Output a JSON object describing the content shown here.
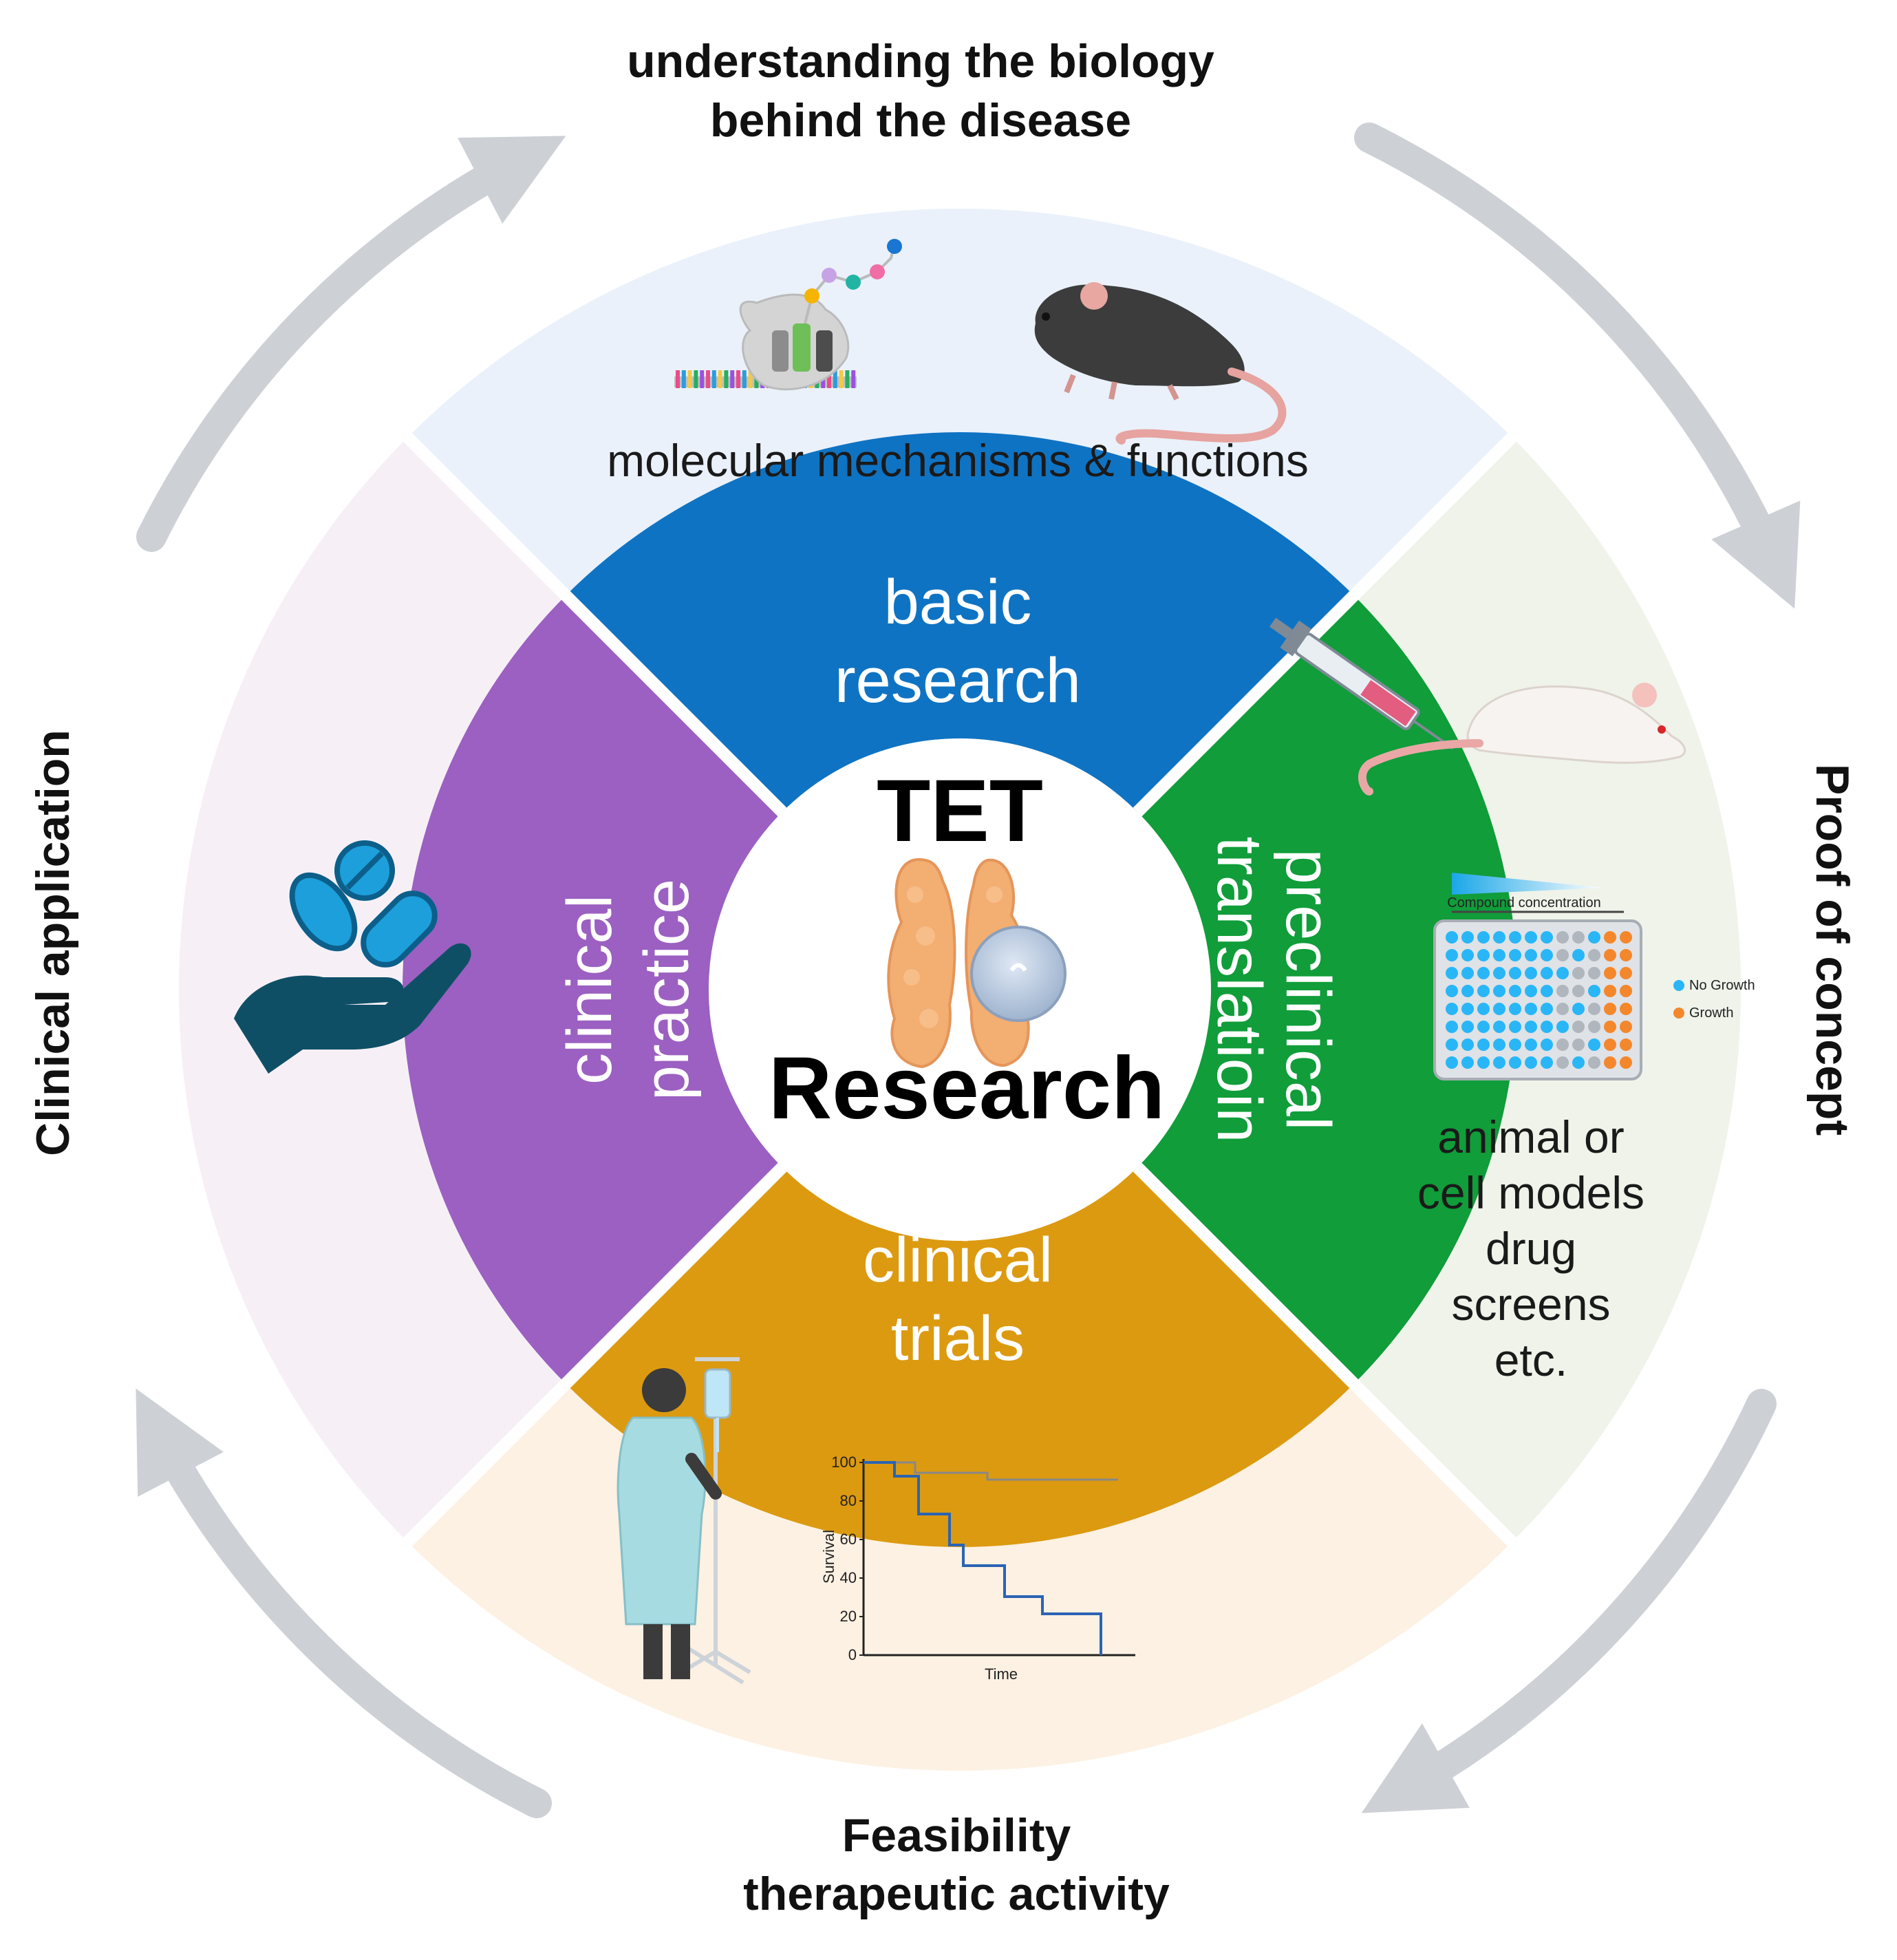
{
  "outer_labels": {
    "top_line1": "understanding the biology",
    "top_line2": "behind the disease",
    "right": "Proof of concept",
    "bottom_line1": "Feasibility",
    "bottom_line2": "therapeutic activity",
    "left": "Clinical application"
  },
  "sectors": {
    "top_caption": "molecular mechanisms & functions",
    "right_caption": [
      "animal or",
      "cell models",
      "drug",
      "screens",
      "etc."
    ]
  },
  "ring": {
    "top": [
      "basic",
      "research"
    ],
    "right": [
      "preclinical",
      "translatioin"
    ],
    "bottom": [
      "clinical",
      "trials"
    ],
    "left": [
      "clinical",
      "practice"
    ]
  },
  "center": {
    "title": "TET",
    "subtitle": "Research"
  },
  "colors": {
    "basic": "#0f73c3",
    "preclinical": "#109d3a",
    "trials": "#dc9a10",
    "practice": "#9b60c1",
    "sector_top": "#eaf1fa",
    "sector_right": "#eff3ea",
    "sector_bottom": "#fdf1e3",
    "sector_left": "#f6f0f6",
    "arrow": "#cdd1d5"
  },
  "plate": {
    "header": "Compound concentration",
    "legend": [
      "No Growth",
      "Growth"
    ]
  },
  "survival_plot": {
    "ylabel": "Survival",
    "xlabel": "Time",
    "yticks": [
      "100",
      "80",
      "60",
      "40",
      "20",
      "0"
    ]
  },
  "icons": [
    "dna-protein-complex-icon",
    "mouse-icon",
    "syringe-icon",
    "lab-mouse-icon",
    "well-plate-icon",
    "pills-in-hand-icon",
    "patient-iv-icon",
    "survival-curve-icon",
    "thymus-tumor-icon"
  ]
}
